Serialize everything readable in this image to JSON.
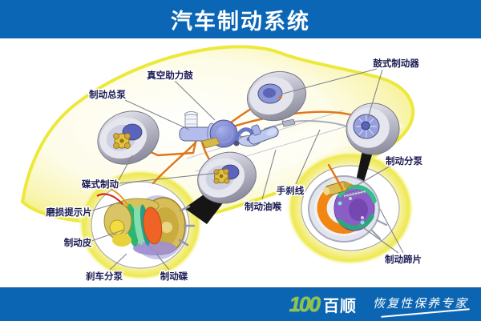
{
  "header": {
    "title": "汽车制动系统"
  },
  "diagram": {
    "labels": {
      "vacuum_booster": "真空助力鼓",
      "master_cylinder": "制动总泵",
      "drum_brake": "鼓式制动器",
      "disc_brake": "碟式制动",
      "wear_indicator": "磨损提示片",
      "brake_pad": "制动皮",
      "front_wheel_cylinder": "刹车分泵",
      "brake_disc": "制动碟",
      "brake_hose": "制动油喉",
      "handbrake_cable": "手刹线",
      "rear_wheel_cylinder": "制动分泵",
      "brake_shoe": "制动蹄片"
    }
  },
  "footer": {
    "logo_number": "100",
    "logo_name": "百顺",
    "slogan": "恢复性保养专家"
  },
  "colors": {
    "header_blue": "#0b67b6",
    "footer_blue": "#0b65b2",
    "logo_green": "#8fc63c",
    "brake_line_orange": "#e0761a",
    "car_outline_yellow": "#ece83c",
    "label_ink": "#1b1b52"
  }
}
